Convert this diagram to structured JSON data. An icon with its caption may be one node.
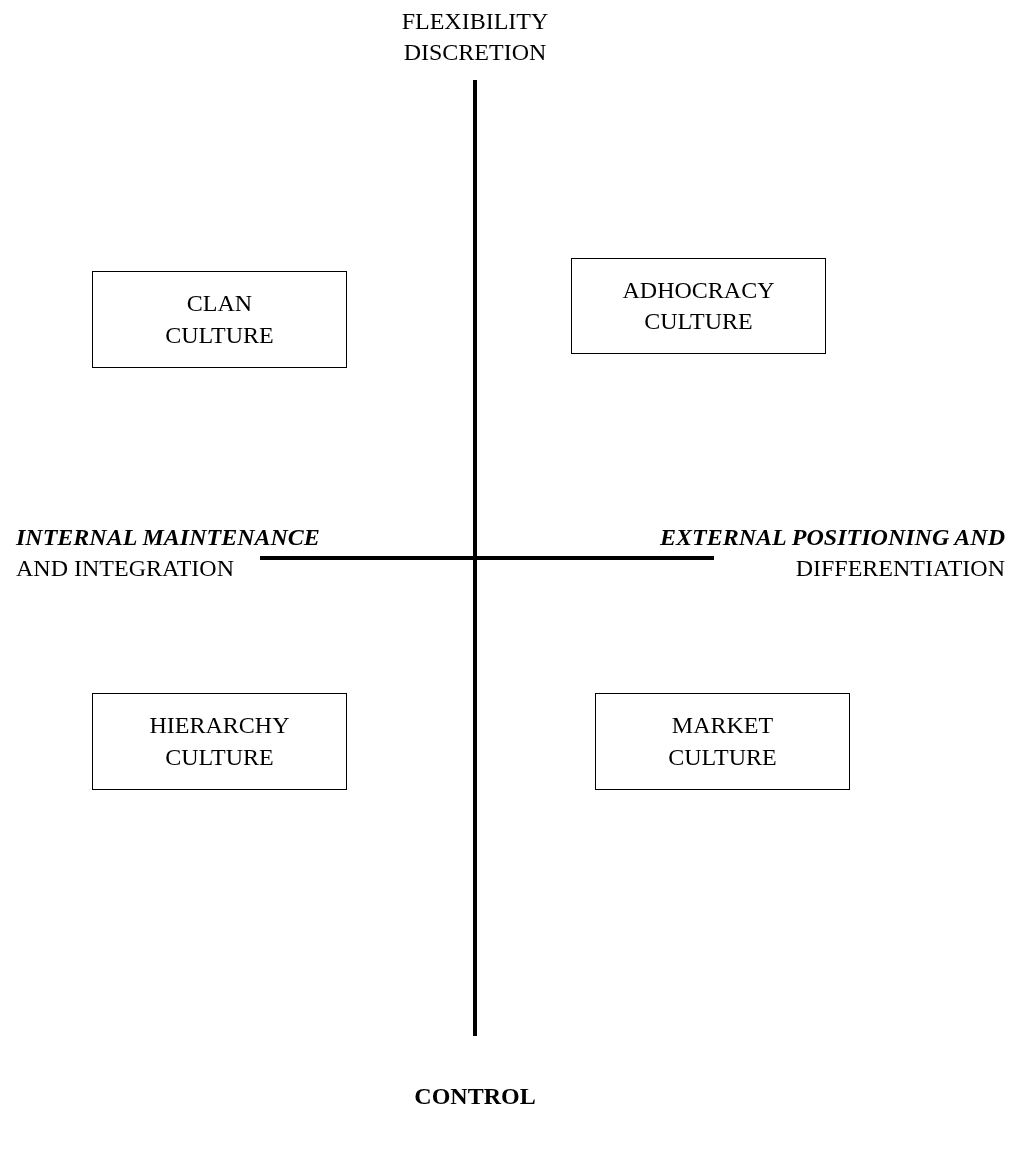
{
  "diagram": {
    "nodes": [
      {
        "text": [
          "CLAN CULTURE"
        ]
      },
      {
        "text": [
          "ADHOCRACY CULTURE"
        ]
      },
      {
        "text": [
          "HIERARCHY CULTURE"
        ]
      },
      {
        "text": [
          "MARKET CULTURE"
        ]
      }
    ],
    "labels": [
      "FLEXIBILITY DISCRETION",
      "INTERNAL MAINTENANCE",
      "EXTERNAL POSITIONING AND",
      "AND INTEGRATION",
      "DIFFERENTIATION",
      "CONTROL"
    ]
  }
}
